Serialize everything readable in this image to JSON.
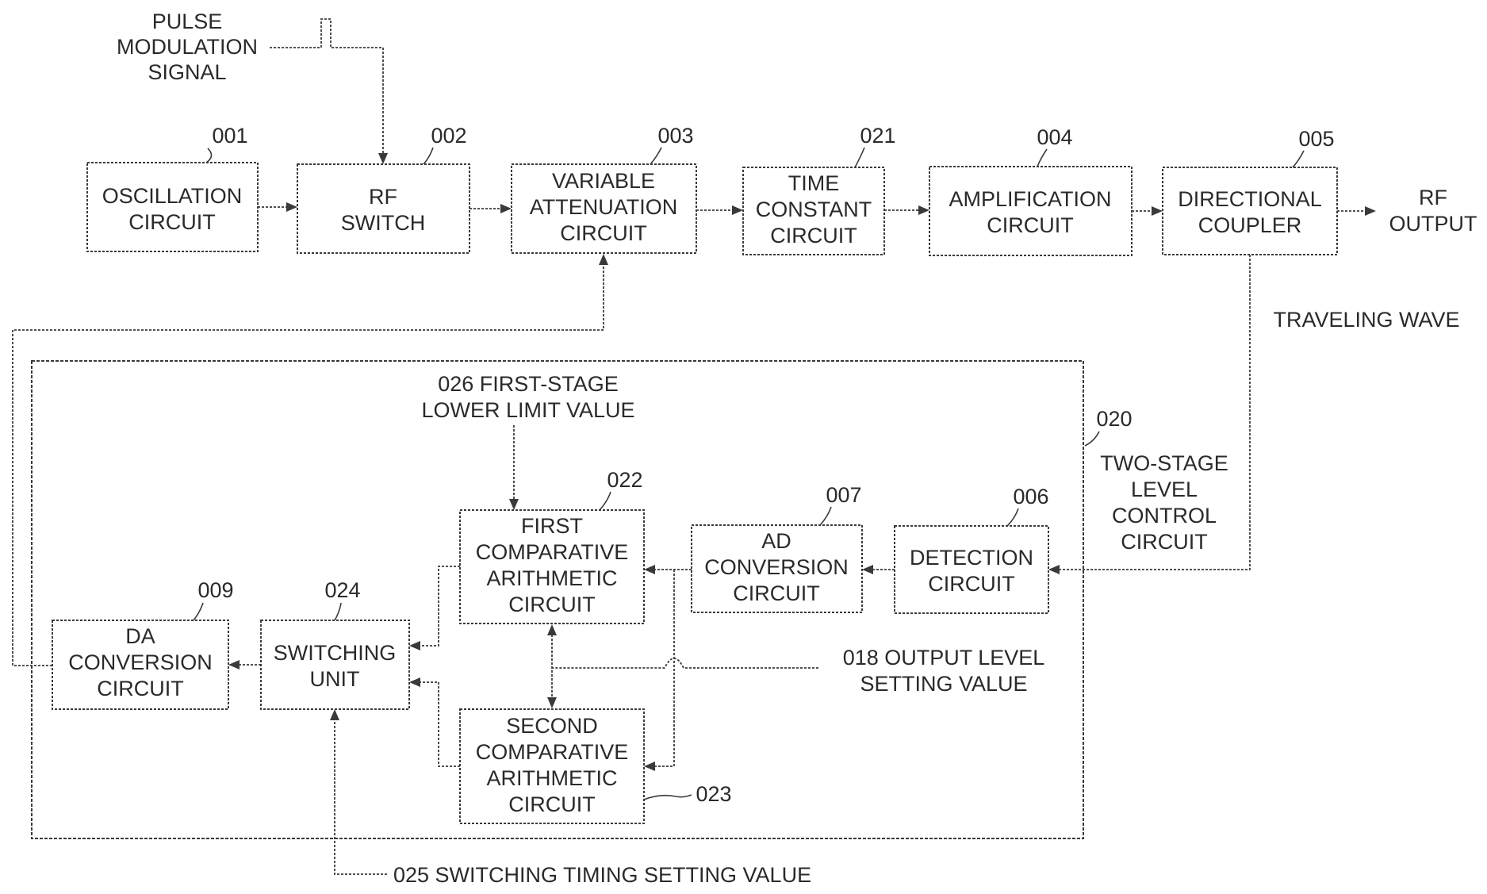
{
  "blocks": {
    "osc": {
      "ref": "001",
      "lines": [
        "OSCILLATION",
        "CIRCUIT"
      ]
    },
    "rf": {
      "ref": "002",
      "lines": [
        "RF",
        "SWITCH"
      ]
    },
    "var": {
      "ref": "003",
      "lines": [
        "VARIABLE",
        "ATTENUATION",
        "CIRCUIT"
      ]
    },
    "tc": {
      "ref": "021",
      "lines": [
        "TIME",
        "CONSTANT",
        "CIRCUIT"
      ]
    },
    "amp": {
      "ref": "004",
      "lines": [
        "AMPLIFICATION",
        "CIRCUIT"
      ]
    },
    "dc": {
      "ref": "005",
      "lines": [
        "DIRECTIONAL",
        "COUPLER"
      ]
    },
    "det": {
      "ref": "006",
      "lines": [
        "DETECTION",
        "CIRCUIT"
      ]
    },
    "ad": {
      "ref": "007",
      "lines": [
        "AD",
        "CONVERSION",
        "CIRCUIT"
      ]
    },
    "first": {
      "ref": "022",
      "lines": [
        "FIRST",
        "COMPARATIVE",
        "ARITHMETIC",
        "CIRCUIT"
      ]
    },
    "sw": {
      "ref": "024",
      "lines": [
        "SWITCHING",
        "UNIT"
      ]
    },
    "da": {
      "ref": "009",
      "lines": [
        "DA",
        "CONVERSION",
        "CIRCUIT"
      ]
    },
    "second": {
      "ref": "023",
      "lines": [
        "SECOND",
        "COMPARATIVE",
        "ARITHMETIC",
        "CIRCUIT"
      ]
    }
  },
  "labels": {
    "pulse": [
      "PULSE",
      "MODULATION",
      "SIGNAL"
    ],
    "rf_output": [
      "RF",
      "OUTPUT"
    ],
    "traveling_wave": "TRAVELING WAVE",
    "two_stage_ref": "020",
    "two_stage": [
      "TWO-STAGE",
      "LEVEL",
      "CONTROL",
      "CIRCUIT"
    ],
    "lower_limit": [
      "026 FIRST-STAGE",
      "LOWER LIMIT VALUE"
    ],
    "output_level": [
      "018 OUTPUT LEVEL",
      "SETTING VALUE"
    ],
    "switching_timing": "025 SWITCHING TIMING SETTING VALUE"
  }
}
